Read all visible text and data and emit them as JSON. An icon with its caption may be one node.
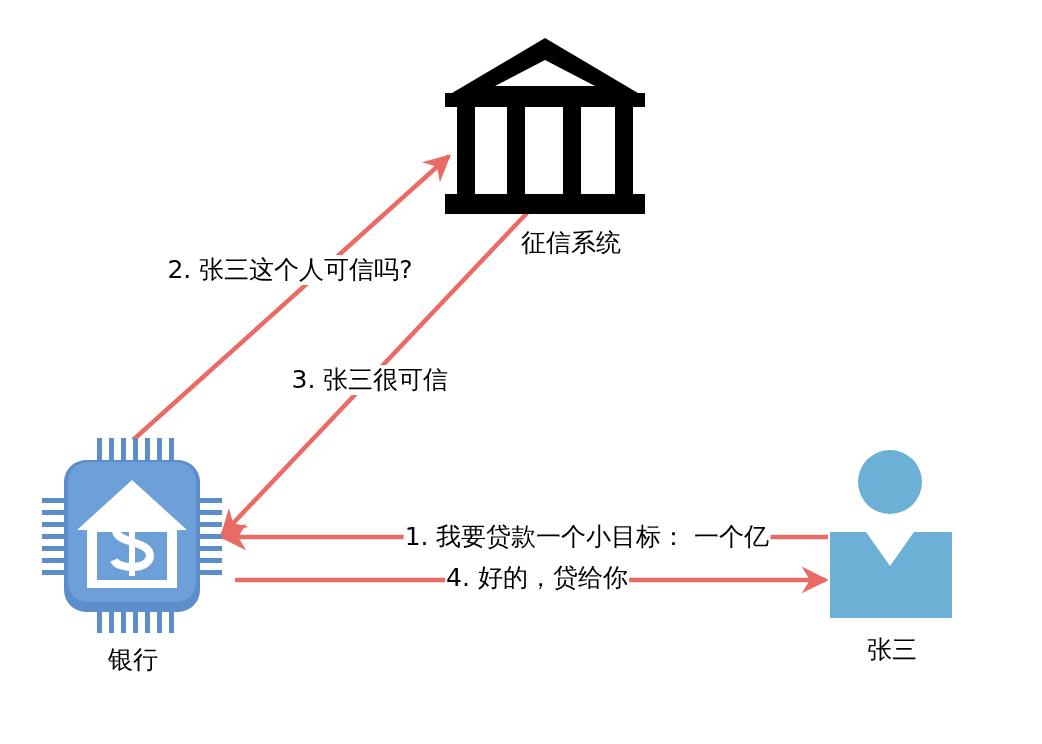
{
  "diagram": {
    "nodes": [
      {
        "text": [
          "征信系统"
        ]
      },
      {
        "text": [
          "银行"
        ]
      },
      {
        "text": [
          "张三"
        ]
      }
    ],
    "edges": [
      {
        "from": 1,
        "to": 0,
        "arrow": "to",
        "label": "2. 张三这个人可信吗?"
      },
      {
        "from": 0,
        "to": 1,
        "arrow": "to",
        "label": "3. 张三很可信"
      },
      {
        "from": 2,
        "to": 1,
        "arrow": "to",
        "label": "1. 我要贷款一个小目标： 一个亿"
      },
      {
        "from": 1,
        "to": 2,
        "arrow": "to",
        "label": "4. 好的，贷给你"
      }
    ]
  }
}
